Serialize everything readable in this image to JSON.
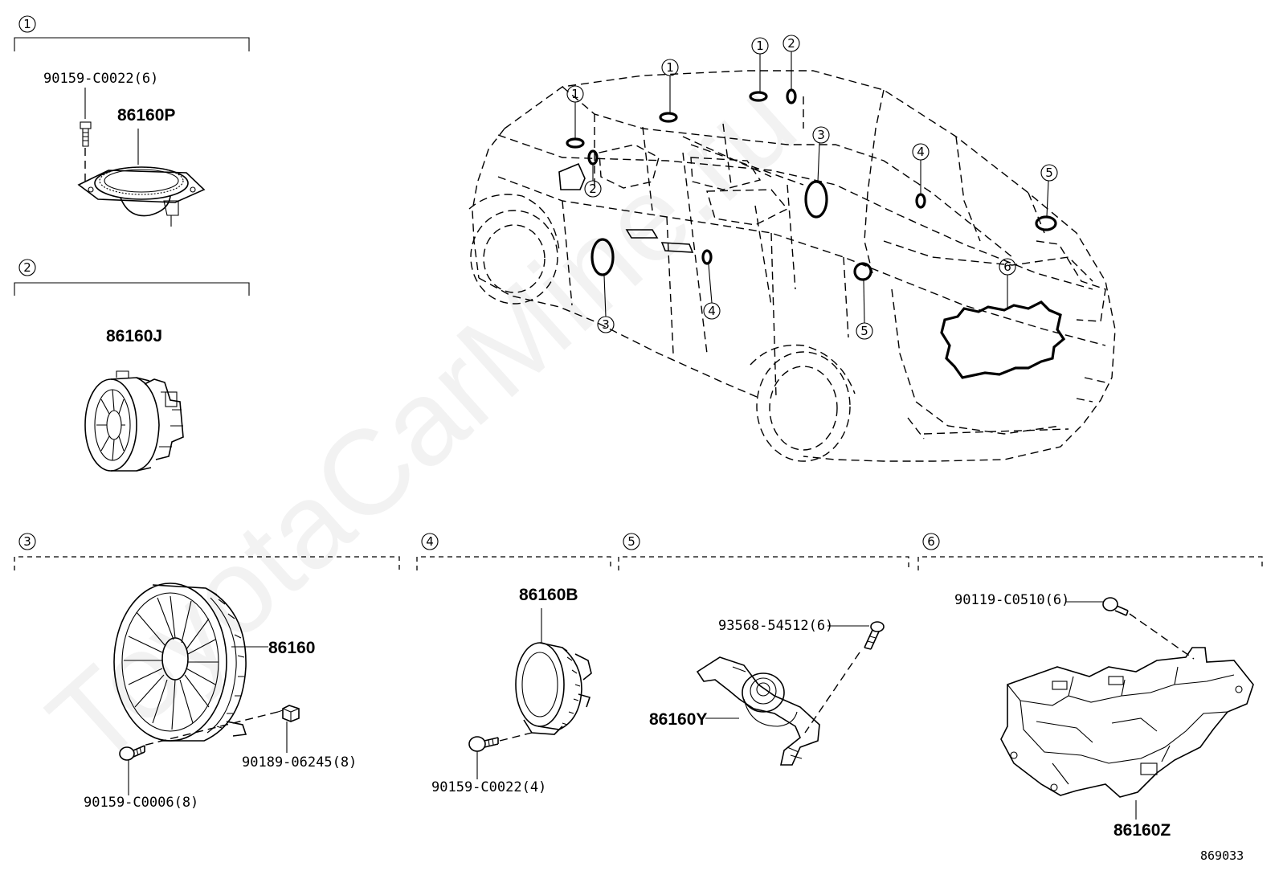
{
  "sections": [
    {
      "id": "1",
      "part": "86160P",
      "fasteners": [
        "90159-C0022(6)"
      ]
    },
    {
      "id": "2",
      "part": "86160J",
      "fasteners": []
    },
    {
      "id": "3",
      "part": "86160",
      "fasteners": [
        "90189-06245(8)",
        "90159-C0006(8)"
      ]
    },
    {
      "id": "4",
      "part": "86160B",
      "fasteners": [
        "90159-C0022(4)"
      ]
    },
    {
      "id": "5",
      "part": "86160Y",
      "fasteners": [
        "93568-54512(6)"
      ]
    },
    {
      "id": "6",
      "part": "86160Z",
      "fasteners": [
        "90119-C0510(6)"
      ]
    }
  ],
  "callouts": [
    "1",
    "1",
    "1",
    "2",
    "2",
    "3",
    "3",
    "4",
    "4",
    "5",
    "5",
    "6"
  ],
  "diagram_number": "869033",
  "watermark": "ToyotaCarMine.ru",
  "colors": {
    "line": "#000000",
    "watermark": "#c8c8c8"
  }
}
